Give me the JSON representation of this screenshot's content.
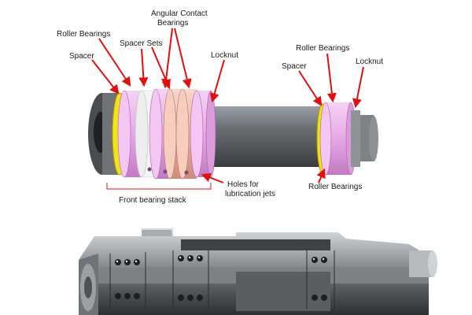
{
  "labels": {
    "angular_contact_bearings_1": "Angular Contact",
    "angular_contact_bearings_2": "Bearings",
    "roller_bearings_left": "Roller Bearings",
    "spacer_sets": "Spacer Sets",
    "spacer_left": "Spacer",
    "locknut_left": "Locknut",
    "roller_bearings_right_top": "Roller Bearings",
    "spacer_right": "Spacer",
    "locknut_right": "Locknut",
    "holes_1": "Holes for",
    "holes_2": "lubrication jets",
    "roller_bearings_right_bottom": "Roller Bearings",
    "front_bearing_stack": "Front bearing stack"
  },
  "colors": {
    "bearing_pink": "#e6a9e6",
    "spacer_salmon": "#f0b9a8",
    "spacer_yellow": "#f2e21a",
    "shaft_gray": "#5b5f63",
    "arrow_red": "#e01010"
  }
}
